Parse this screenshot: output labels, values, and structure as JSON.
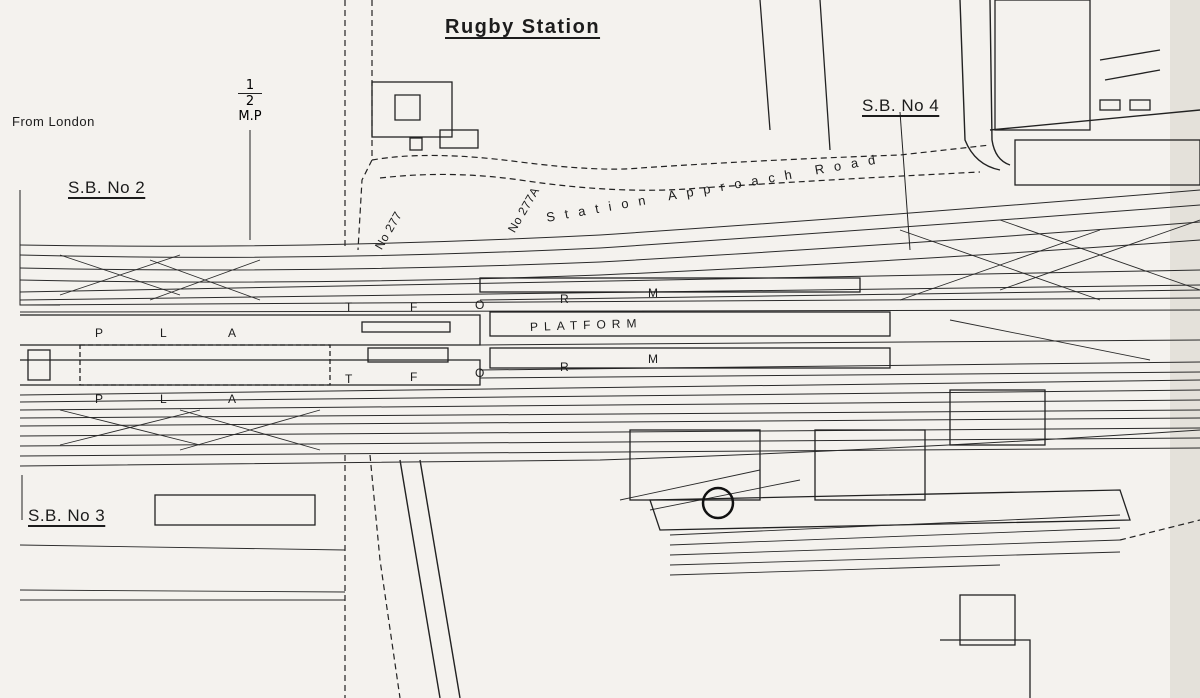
{
  "title": "Rugby Station",
  "labels": {
    "from_london": "From London",
    "signal_boxes": [
      "S.B. No 2",
      "S.B. No 3",
      "S.B. No 4"
    ],
    "road": "Station Approach Road",
    "bridge_a": "No 277",
    "bridge_b": "No 277A",
    "milepost_num": "1",
    "milepost_den": "2",
    "milepost_unit": "M.P"
  },
  "platform_letters": {
    "upper_left": [
      "P",
      "L",
      "A",
      "T",
      "F",
      "O",
      "R",
      "M"
    ],
    "lower_left": [
      "P",
      "L",
      "A",
      "T",
      "F",
      "O",
      "R",
      "M"
    ],
    "middle": "PLATFORM"
  },
  "colors": {
    "background": "#f4f2ee",
    "ink": "#1c1c1c"
  }
}
